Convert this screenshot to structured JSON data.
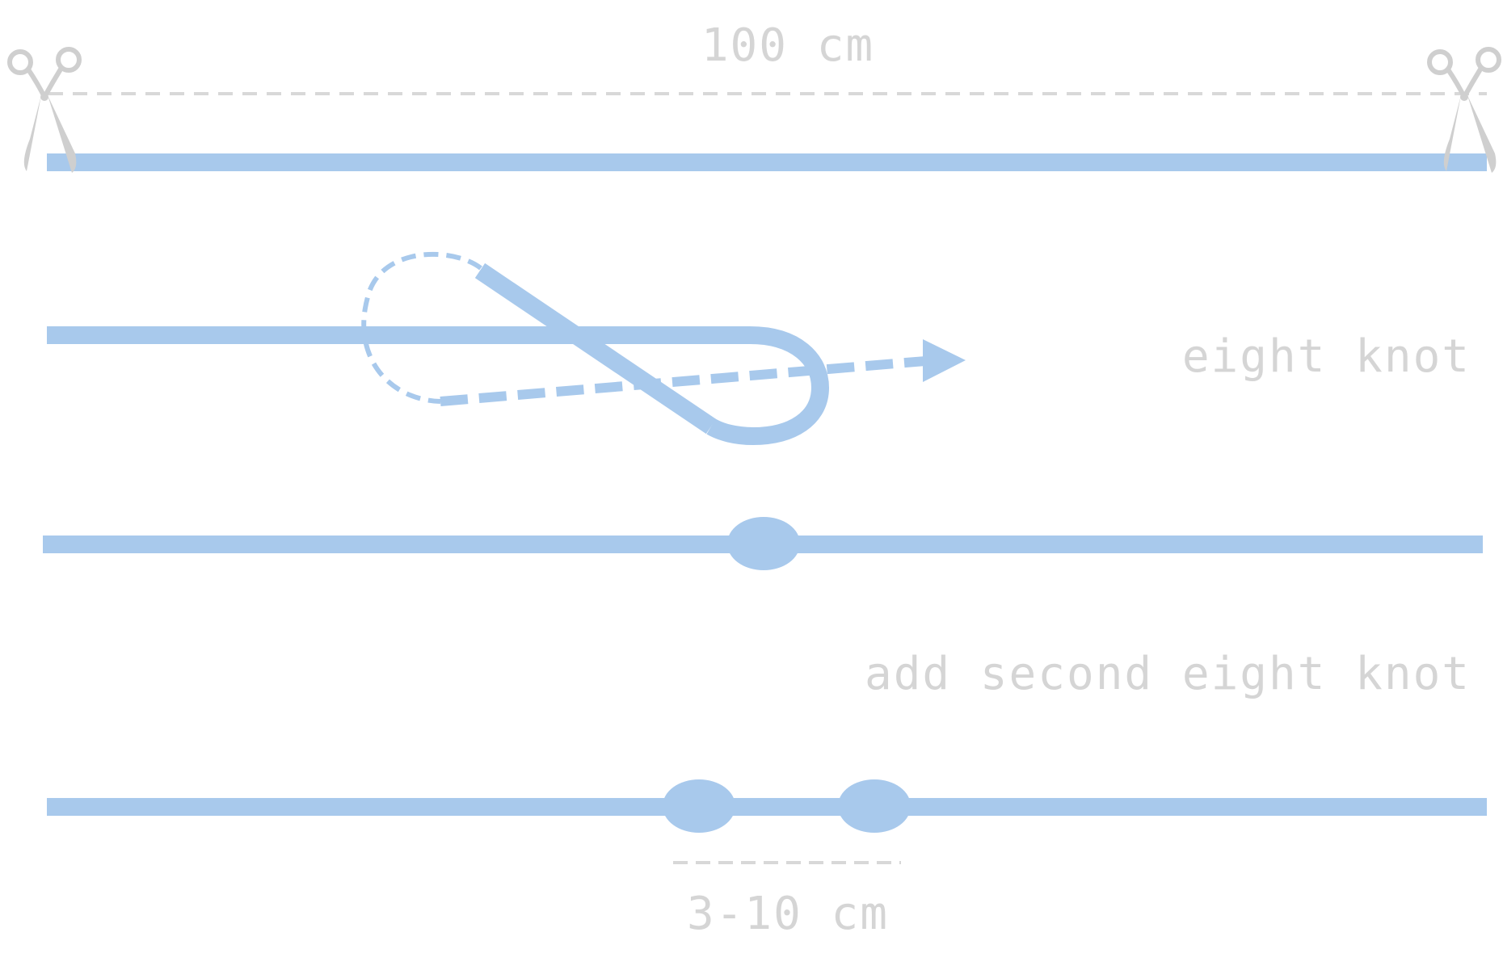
{
  "labels": {
    "total_length": "100 cm",
    "step_eight_knot": "eight knot",
    "step_second_knot": "add second eight knot",
    "knot_spacing": "3-10 cm"
  },
  "icons": {
    "left_cut": "scissors-icon",
    "right_cut": "scissors-icon",
    "direction": "arrow-right-icon"
  },
  "colors": {
    "rope": "#a8c9ec",
    "text": "#d5d5d5",
    "scissors": "#cfcfcf",
    "guide": "#d8d8d8"
  }
}
